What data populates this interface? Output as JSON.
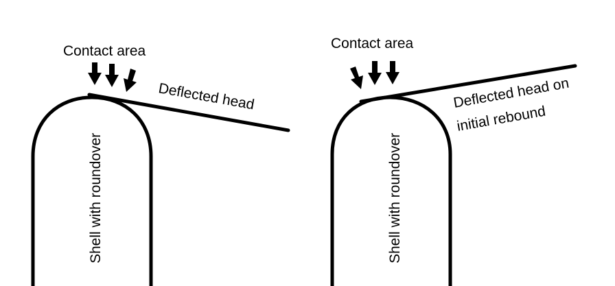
{
  "left_panel": {
    "contact_label": "Contact area",
    "head_label": "Deflected head",
    "shell_label": "Shell with roundover"
  },
  "right_panel": {
    "contact_label": "Contact area",
    "head_label_line1": "Deflected head on",
    "head_label_line2": "initial rebound",
    "shell_label": "Shell with roundover"
  },
  "colors": {
    "stroke": "#000000",
    "background": "#ffffff"
  }
}
